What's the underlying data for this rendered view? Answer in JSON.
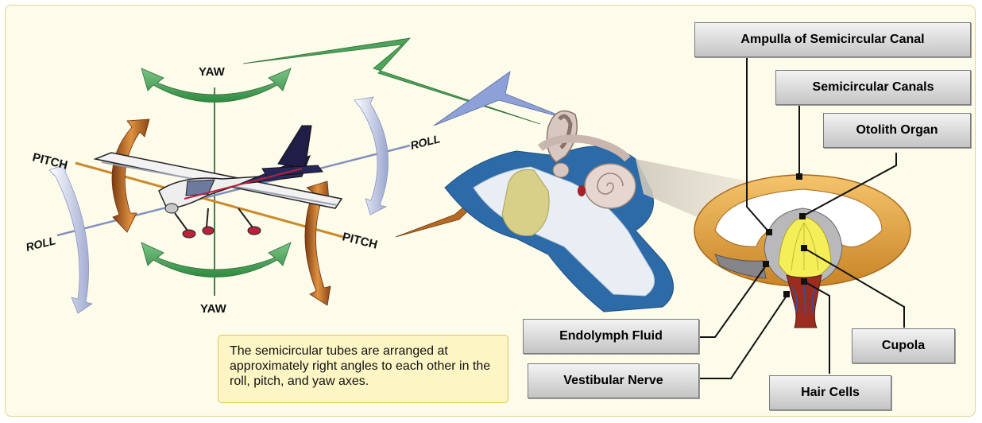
{
  "axes": {
    "yaw_top": "YAW",
    "yaw_bottom": "YAW",
    "pitch_left": "PITCH",
    "pitch_right": "PITCH",
    "roll_right": "ROLL",
    "roll_left": "ROLL"
  },
  "labels": {
    "ampulla": "Ampulla of Semicircular Canal",
    "canals": "Semicircular Canals",
    "otolith": "Otolith Organ",
    "endolymph": "Endolymph Fluid",
    "vestibular": "Vestibular Nerve",
    "cupola": "Cupola",
    "hair_cells": "Hair Cells"
  },
  "note": {
    "text": "The semicircular tubes are arranged at approximately right angles to each other in the roll, pitch, and yaw axes."
  },
  "colors": {
    "yaw": "#3f9a4e",
    "pitch": "#b8641f",
    "roll": "#b4bedf",
    "canal": "#e2a23c",
    "fluid": "#2c6aa8",
    "cupola": "#f4ee58"
  }
}
